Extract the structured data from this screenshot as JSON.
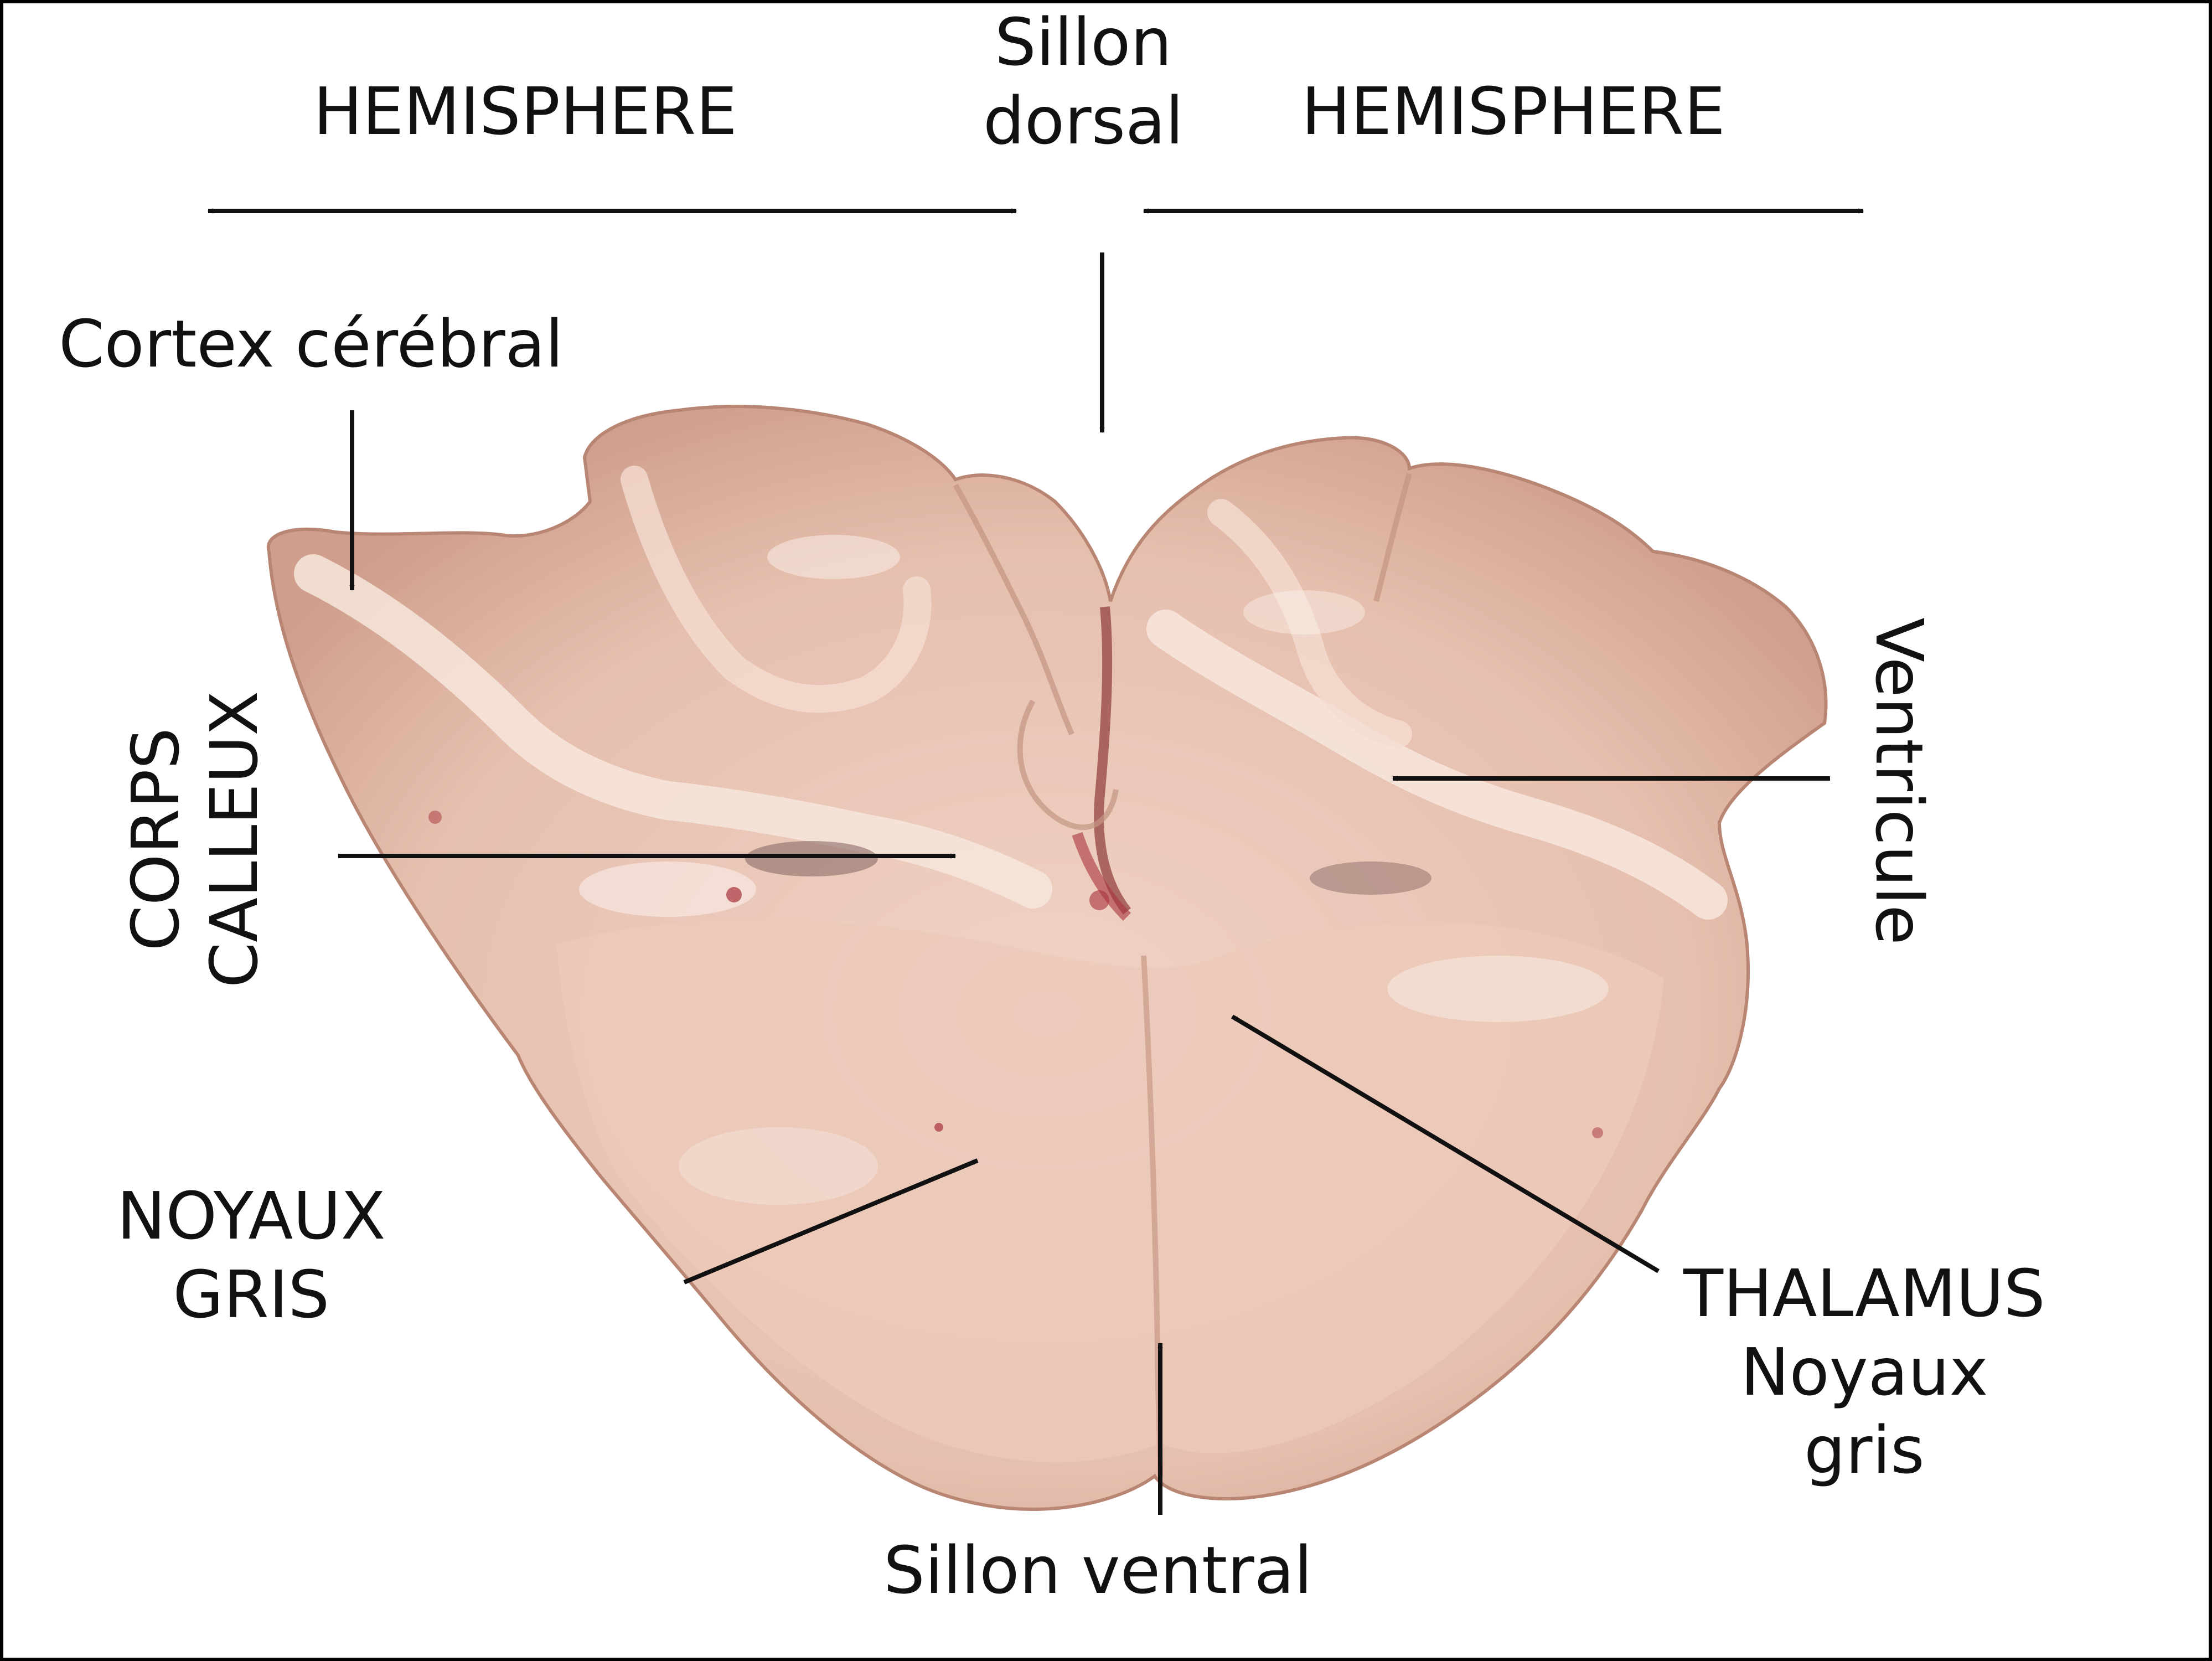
{
  "colors": {
    "background": "#ffffff",
    "ink": "#111111",
    "tissue": "#e9c4b4",
    "tissue_shadow": "#c99886",
    "tissue_highlight": "#f6e3d8",
    "blood": "#a8323a"
  },
  "labels": {
    "hemisphere_left": "HEMISPHERE",
    "hemisphere_right": "HEMISPHERE",
    "sillon_dorsal": [
      "Sillon",
      "dorsal"
    ],
    "cortex": "Cortex cérébral",
    "corps_calleux": [
      "CORPS",
      "CALLEUX"
    ],
    "ventricule": "Ventricule",
    "noyaux_gris": [
      "NOYAUX",
      "GRIS"
    ],
    "thalamus": [
      "THALAMUS",
      "Noyaux",
      "gris"
    ],
    "sillon_ventral": "Sillon ventral"
  }
}
